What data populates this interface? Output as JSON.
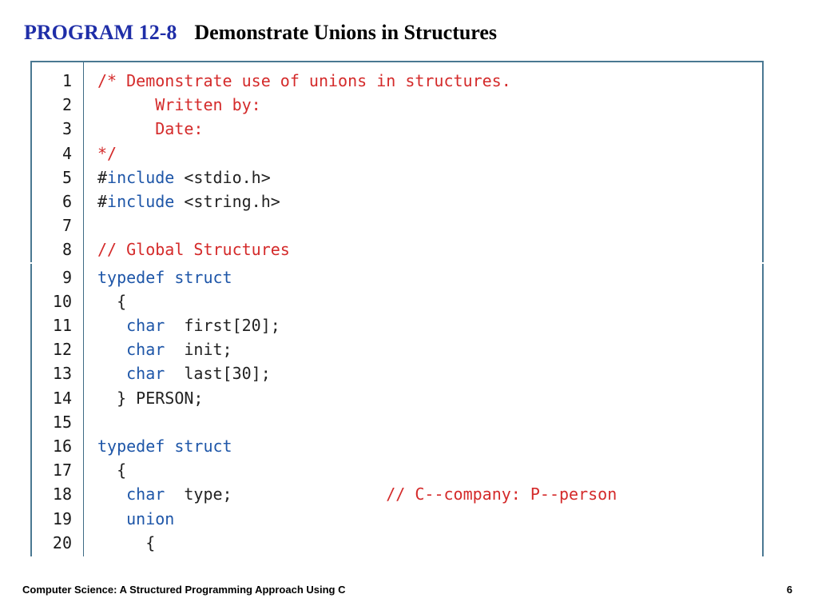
{
  "title": {
    "program": "PROGRAM 12-8",
    "subject": "Demonstrate Unions in Structures"
  },
  "code_lines": [
    {
      "number": "1",
      "segments": [
        {
          "type": "comment",
          "text": "/* Demonstrate use of unions in structures."
        }
      ]
    },
    {
      "number": "2",
      "segments": [
        {
          "type": "comment",
          "text": "      Written by:"
        }
      ]
    },
    {
      "number": "3",
      "segments": [
        {
          "type": "comment",
          "text": "      Date:"
        }
      ]
    },
    {
      "number": "4",
      "segments": [
        {
          "type": "comment",
          "text": "*/"
        }
      ]
    },
    {
      "number": "5",
      "segments": [
        {
          "type": "text",
          "text": "#"
        },
        {
          "type": "kw",
          "text": "include"
        },
        {
          "type": "text",
          "text": " <stdio.h>"
        }
      ]
    },
    {
      "number": "6",
      "segments": [
        {
          "type": "text",
          "text": "#"
        },
        {
          "type": "kw",
          "text": "include"
        },
        {
          "type": "text",
          "text": " <string.h>"
        }
      ]
    },
    {
      "number": "7",
      "segments": []
    },
    {
      "number": "8",
      "segments": [
        {
          "type": "comment",
          "text": "// Global Structures"
        }
      ]
    },
    {
      "number": "9",
      "segments": [
        {
          "type": "kw",
          "text": "typedef struct"
        }
      ]
    },
    {
      "number": "10",
      "segments": [
        {
          "type": "text",
          "text": "  {"
        }
      ]
    },
    {
      "number": "11",
      "segments": [
        {
          "type": "text",
          "text": "   "
        },
        {
          "type": "kw",
          "text": "char"
        },
        {
          "type": "text",
          "text": "  first[20];"
        }
      ]
    },
    {
      "number": "12",
      "segments": [
        {
          "type": "text",
          "text": "   "
        },
        {
          "type": "kw",
          "text": "char"
        },
        {
          "type": "text",
          "text": "  init;"
        }
      ]
    },
    {
      "number": "13",
      "segments": [
        {
          "type": "text",
          "text": "   "
        },
        {
          "type": "kw",
          "text": "char"
        },
        {
          "type": "text",
          "text": "  last[30];"
        }
      ]
    },
    {
      "number": "14",
      "segments": [
        {
          "type": "text",
          "text": "  } PERSON;"
        }
      ]
    },
    {
      "number": "15",
      "segments": []
    },
    {
      "number": "16",
      "segments": [
        {
          "type": "kw",
          "text": "typedef struct"
        }
      ]
    },
    {
      "number": "17",
      "segments": [
        {
          "type": "text",
          "text": "  {"
        }
      ]
    },
    {
      "number": "18",
      "segments": [
        {
          "type": "text",
          "text": "   "
        },
        {
          "type": "kw",
          "text": "char"
        },
        {
          "type": "text",
          "text": "  type;                "
        },
        {
          "type": "comment",
          "text": "// C--company: P--person"
        }
      ]
    },
    {
      "number": "19",
      "segments": [
        {
          "type": "text",
          "text": "   "
        },
        {
          "type": "kw",
          "text": "union"
        }
      ]
    },
    {
      "number": "20",
      "segments": [
        {
          "type": "text",
          "text": "     {"
        }
      ]
    }
  ],
  "footer": {
    "book": "Computer Science: A Structured Programming Approach Using C",
    "page": "6"
  },
  "colors": {
    "title_program": "#1f2ea8",
    "comment": "#d42a2a",
    "keyword": "#1e56a8",
    "border": "#4a7892"
  }
}
